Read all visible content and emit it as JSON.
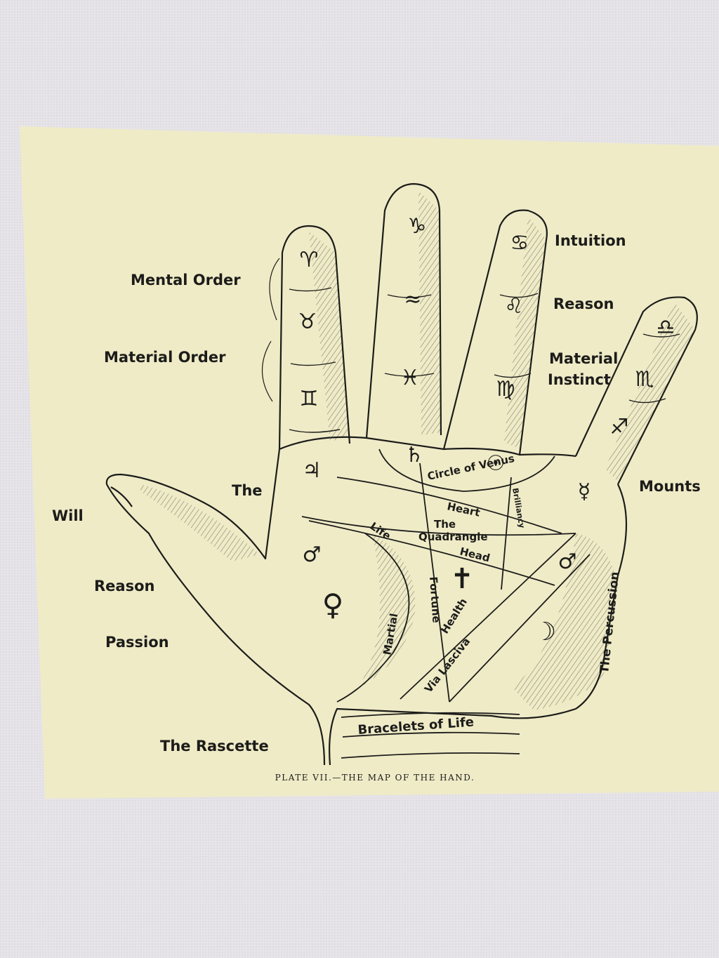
{
  "colors": {
    "canvas_fabric": "#e6e4e8",
    "print_background": "#efebc7",
    "ink": "#1c1c1a"
  },
  "labels": {
    "mental_order": "Mental Order",
    "material_order": "Material Order",
    "intuition": "Intuition",
    "reason_top": "Reason",
    "material": "Material",
    "instinct": "Instinct",
    "mounts": "Mounts",
    "the_left": "The",
    "will": "Will",
    "reason_left": "Reason",
    "passion": "Passion",
    "the_rascette": "The Rascette",
    "circle_of_venus": "Circle of Venus",
    "heart": "Heart",
    "the_quad": "The",
    "quadrangle": "Quadrangle",
    "head": "Head",
    "life": "Life",
    "fortune": "Fortune",
    "health": "Health",
    "via_lasciva": "Via Lasciva",
    "martial": "Martial",
    "brilliancy": "Brilliancy",
    "the_percussion": "The Percussion",
    "bracelets_of_life": "Bracelets of Life",
    "caption": "PLATE VII.—THE MAP OF THE HAND."
  },
  "symbols": {
    "aries": "♈",
    "taurus": "♉",
    "gemini": "♊",
    "capricorn": "♑",
    "aquarius": "≈",
    "pisces": "♓",
    "cancer": "♋",
    "leo": "♌",
    "virgo": "♍",
    "scorpio": "♏",
    "sagittarius": "♐",
    "libra": "♎",
    "jupiter": "♃",
    "saturn": "♄",
    "sun": "☉",
    "mercury": "☿",
    "mars_upper": "♂",
    "mars_lower": "♂",
    "venus": "♀",
    "moon": "☽",
    "cross": "✝"
  }
}
